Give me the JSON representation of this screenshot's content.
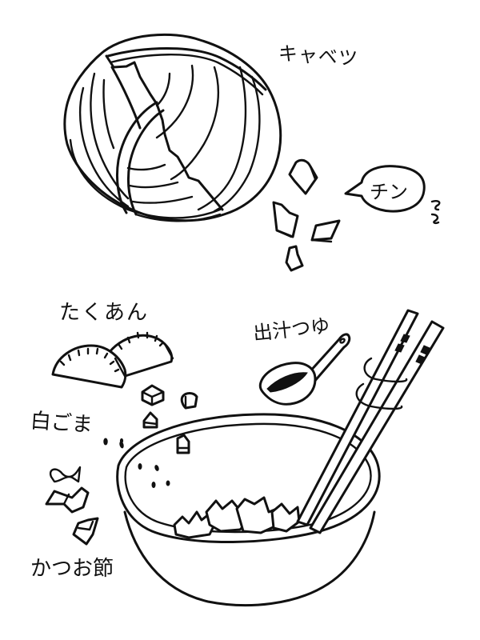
{
  "illustration": {
    "style": "hand-drawn black ink line art on white",
    "ink_color": "#111111",
    "background_color": "#ffffff"
  },
  "labels": {
    "cabbage": "キャベツ",
    "microwave_sound": "チン",
    "takuan": "たくあん",
    "dashi_tsuyu": "出汁つゆ",
    "white_sesame": "白ごま",
    "katsuobushi": "かつお節"
  },
  "elements": [
    {
      "name": "cabbage",
      "label_key": "cabbage"
    },
    {
      "name": "cabbage-pieces",
      "count": 4
    },
    {
      "name": "speech-bubble",
      "label_key": "microwave_sound"
    },
    {
      "name": "takuan-slices",
      "count": 2,
      "label_key": "takuan"
    },
    {
      "name": "takuan-cubes",
      "count": 5
    },
    {
      "name": "measuring-cup",
      "label_key": "dashi_tsuyu"
    },
    {
      "name": "sesame-seeds",
      "label_key": "white_sesame"
    },
    {
      "name": "bonito-flakes",
      "count": 3,
      "label_key": "katsuobushi"
    },
    {
      "name": "mixing-bowl"
    },
    {
      "name": "chopsticks",
      "count": 2
    }
  ]
}
